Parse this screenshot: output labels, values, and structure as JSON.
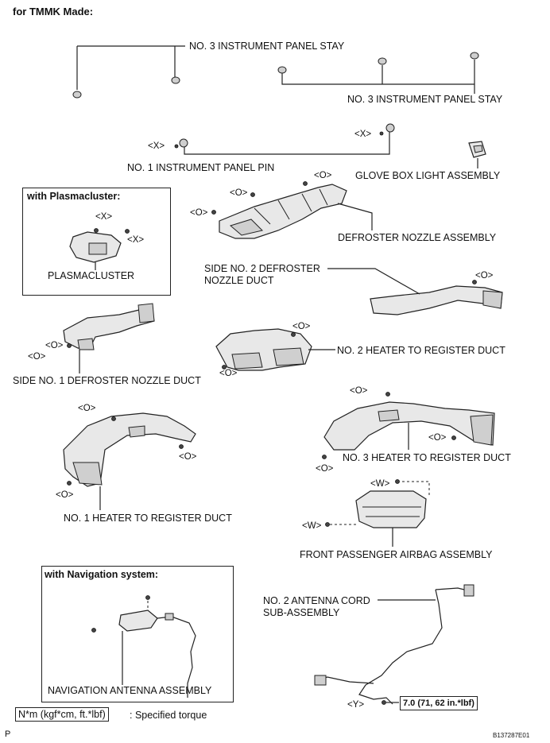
{
  "header": {
    "title": "for TMMK Made:"
  },
  "labels": {
    "panel_stay_top": "NO. 3 INSTRUMENT PANEL STAY",
    "panel_stay_right": "NO. 3 INSTRUMENT PANEL STAY",
    "panel_pin": "NO. 1 INSTRUMENT PANEL PIN",
    "glove_box_light": "GLOVE BOX LIGHT ASSEMBLY",
    "defroster_nozzle": "DEFROSTER NOZZLE ASSEMBLY",
    "side_no2_line1": "SIDE NO. 2 DEFROSTER",
    "side_no2_line2": "NOZZLE DUCT",
    "no2_heater": "NO. 2 HEATER TO REGISTER DUCT",
    "side_no1": "SIDE NO. 1 DEFROSTER NOZZLE DUCT",
    "no3_heater": "NO. 3 HEATER TO REGISTER DUCT",
    "no1_heater": "NO. 1 HEATER TO REGISTER DUCT",
    "airbag": "FRONT PASSENGER AIRBAG ASSEMBLY",
    "antenna_cord_line1": "NO. 2 ANTENNA CORD",
    "antenna_cord_line2": "SUB-ASSEMBLY"
  },
  "plasmacluster_box": {
    "title": "with Plasmacluster:",
    "label": "PLASMACLUSTER"
  },
  "navigation_box": {
    "title": "with Navigation system:",
    "label": "NAVIGATION ANTENNA ASSEMBLY"
  },
  "tags": {
    "x": "<X>",
    "o": "<O>",
    "w": "<W>",
    "y": "<Y>"
  },
  "torque": {
    "value": "7.0 (71, 62 in.*lbf)"
  },
  "legend": {
    "unit": "N*m (kgf*cm, ft.*lbf)",
    "text": ": Specified torque"
  },
  "footer": {
    "left": "P",
    "code": "B137287E01"
  }
}
